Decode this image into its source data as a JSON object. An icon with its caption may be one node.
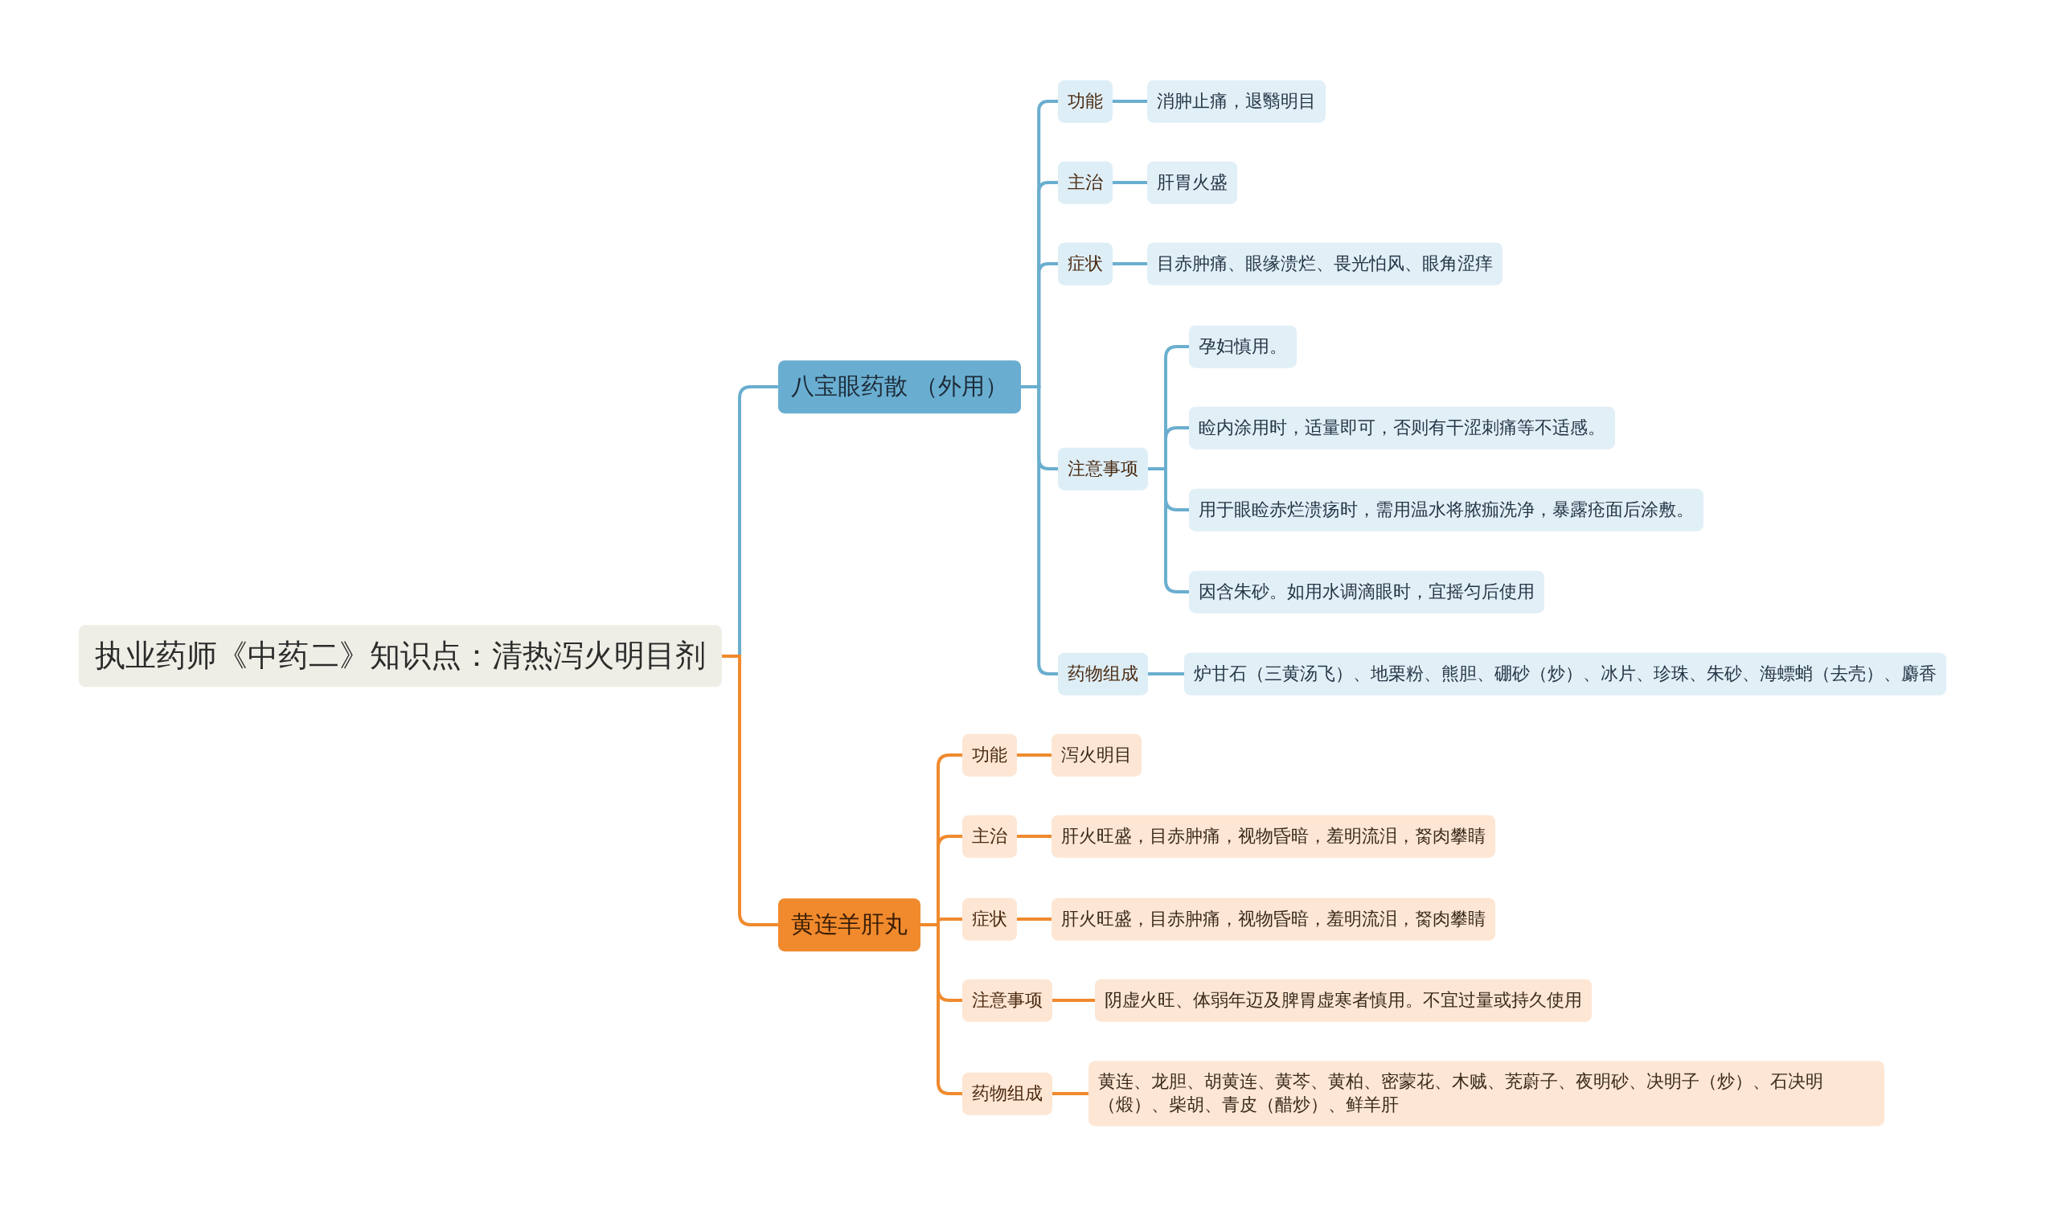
{
  "diagram": {
    "nodes": [
      {
        "text": [
          "执业药师《中药二》知识点：清热泻火明目剂"
        ]
      },
      {
        "text": [
          "八宝眼药散 （外用）"
        ]
      },
      {
        "text": [
          "功能"
        ]
      },
      {
        "text": [
          "消肿止痛，退翳明目"
        ]
      },
      {
        "text": [
          "主治"
        ]
      },
      {
        "text": [
          "肝胃火盛"
        ]
      },
      {
        "text": [
          "症状"
        ]
      },
      {
        "text": [
          "目赤肿痛、眼缘溃烂、畏光怕风、眼角涩痒"
        ]
      },
      {
        "text": [
          "注意事项"
        ]
      },
      {
        "text": [
          "孕妇慎用。"
        ]
      },
      {
        "text": [
          "睑内涂用时，适量即可，否则有干涩刺痛等不适感。"
        ]
      },
      {
        "text": [
          "用于眼睑赤烂溃疡时，需用温水将脓痂洗净，暴露疮面后涂敷。"
        ]
      },
      {
        "text": [
          "因含朱砂。如用水调滴眼时，宜摇匀后使用"
        ]
      },
      {
        "text": [
          "药物组成"
        ]
      },
      {
        "text": [
          "炉甘石（三黄汤飞）、地栗粉、熊胆、硼砂（炒）、冰片、珍珠、朱砂、海螵蛸（去壳）、麝香"
        ]
      },
      {
        "text": [
          "黄连羊肝丸"
        ]
      },
      {
        "text": [
          "功能"
        ]
      },
      {
        "text": [
          "泻火明目"
        ]
      },
      {
        "text": [
          "主治"
        ]
      },
      {
        "text": [
          "肝火旺盛，目赤肿痛，视物昏暗，羞明流泪，胬肉攀睛"
        ]
      },
      {
        "text": [
          "症状"
        ]
      },
      {
        "text": [
          "肝火旺盛，目赤肿痛，视物昏暗，羞明流泪，胬肉攀睛"
        ]
      },
      {
        "text": [
          "注意事项"
        ]
      },
      {
        "text": [
          "阴虚火旺、体弱年迈及脾胃虚寒者慎用。不宜过量或持久使用"
        ]
      },
      {
        "text": [
          "药物组成"
        ]
      },
      {
        "text": [
          "黄连、龙胆、胡黄连、黄芩、黄柏、密蒙花、木贼、茺蔚子、夜明砂、决明子（炒）、石决明（煅）、柴胡、青皮（醋炒）、鲜羊肝"
        ]
      }
    ],
    "edges": [
      {
        "from": 0,
        "to": 1,
        "arrow": "none"
      },
      {
        "from": 1,
        "to": 2,
        "arrow": "none"
      },
      {
        "from": 2,
        "to": 3,
        "arrow": "none"
      },
      {
        "from": 1,
        "to": 4,
        "arrow": "none"
      },
      {
        "from": 4,
        "to": 5,
        "arrow": "none"
      },
      {
        "from": 1,
        "to": 6,
        "arrow": "none"
      },
      {
        "from": 6,
        "to": 7,
        "arrow": "none"
      },
      {
        "from": 1,
        "to": 8,
        "arrow": "none"
      },
      {
        "from": 8,
        "to": 9,
        "arrow": "none"
      },
      {
        "from": 8,
        "to": 10,
        "arrow": "none"
      },
      {
        "from": 8,
        "to": 11,
        "arrow": "none"
      },
      {
        "from": 8,
        "to": 12,
        "arrow": "none"
      },
      {
        "from": 1,
        "to": 13,
        "arrow": "none"
      },
      {
        "from": 13,
        "to": 14,
        "arrow": "none"
      },
      {
        "from": 0,
        "to": 15,
        "arrow": "none",
        "color": "#ef8a2e"
      },
      {
        "from": 15,
        "to": 16,
        "arrow": "none",
        "color": "#ef8a2e"
      },
      {
        "from": 16,
        "to": 17,
        "arrow": "none",
        "color": "#ef8a2e"
      },
      {
        "from": 15,
        "to": 18,
        "arrow": "none",
        "color": "#ef8a2e"
      },
      {
        "from": 18,
        "to": 19,
        "arrow": "none",
        "color": "#ef8a2e"
      },
      {
        "from": 15,
        "to": 20,
        "arrow": "none",
        "color": "#ef8a2e"
      },
      {
        "from": 20,
        "to": 21,
        "arrow": "none",
        "color": "#ef8a2e"
      },
      {
        "from": 15,
        "to": 22,
        "arrow": "none",
        "color": "#ef8a2e"
      },
      {
        "from": 22,
        "to": 23,
        "arrow": "none",
        "color": "#ef8a2e"
      },
      {
        "from": 15,
        "to": 24,
        "arrow": "none",
        "color": "#ef8a2e"
      },
      {
        "from": 24,
        "to": 25,
        "arrow": "none",
        "color": "#ef8a2e"
      }
    ]
  }
}
